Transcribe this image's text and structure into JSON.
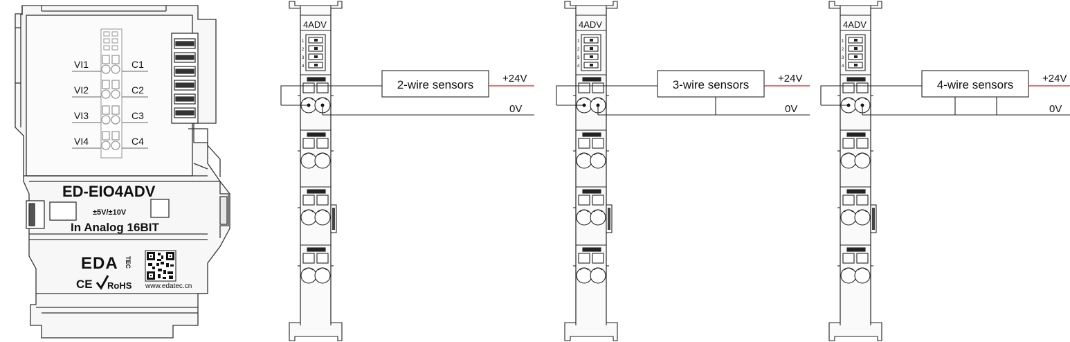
{
  "module": {
    "model": "ED-EIO4ADV",
    "range": "±5V/±10V",
    "description": "In Analog 16BIT",
    "brand": "EDA",
    "brand_suffix": "TEC",
    "website": "www.edatec.cn",
    "ce_mark": "CE",
    "rohs_mark": "RoHS",
    "channels": [
      {
        "vi": "VI1",
        "c": "C1"
      },
      {
        "vi": "VI2",
        "c": "C2"
      },
      {
        "vi": "VI3",
        "c": "C3"
      },
      {
        "vi": "VI4",
        "c": "C4"
      }
    ],
    "icons": [
      "qr-code-icon",
      "checkmark-icon",
      "ce-mark-icon"
    ]
  },
  "diagrams": [
    {
      "tag": "4ADV",
      "sensor_label": "2-wire sensors",
      "supply_label": "+24V",
      "ground_label": "0V",
      "pin_numbers": [
        "1",
        "2",
        "3",
        "4"
      ],
      "wiring": "2-wire"
    },
    {
      "tag": "4ADV",
      "sensor_label": "3-wire sensors",
      "supply_label": "+24V",
      "ground_label": "0V",
      "pin_numbers": [
        "1",
        "2",
        "3",
        "4"
      ],
      "wiring": "3-wire"
    },
    {
      "tag": "4ADV",
      "sensor_label": "4-wire sensors",
      "supply_label": "+24V",
      "ground_label": "0V",
      "pin_numbers": [
        "1",
        "2",
        "3",
        "4"
      ],
      "wiring": "4-wire"
    }
  ],
  "colors": {
    "line": "#222222",
    "supply_wire": "#d42020",
    "background": "#ffffff",
    "housing": "#f2f2f2"
  }
}
